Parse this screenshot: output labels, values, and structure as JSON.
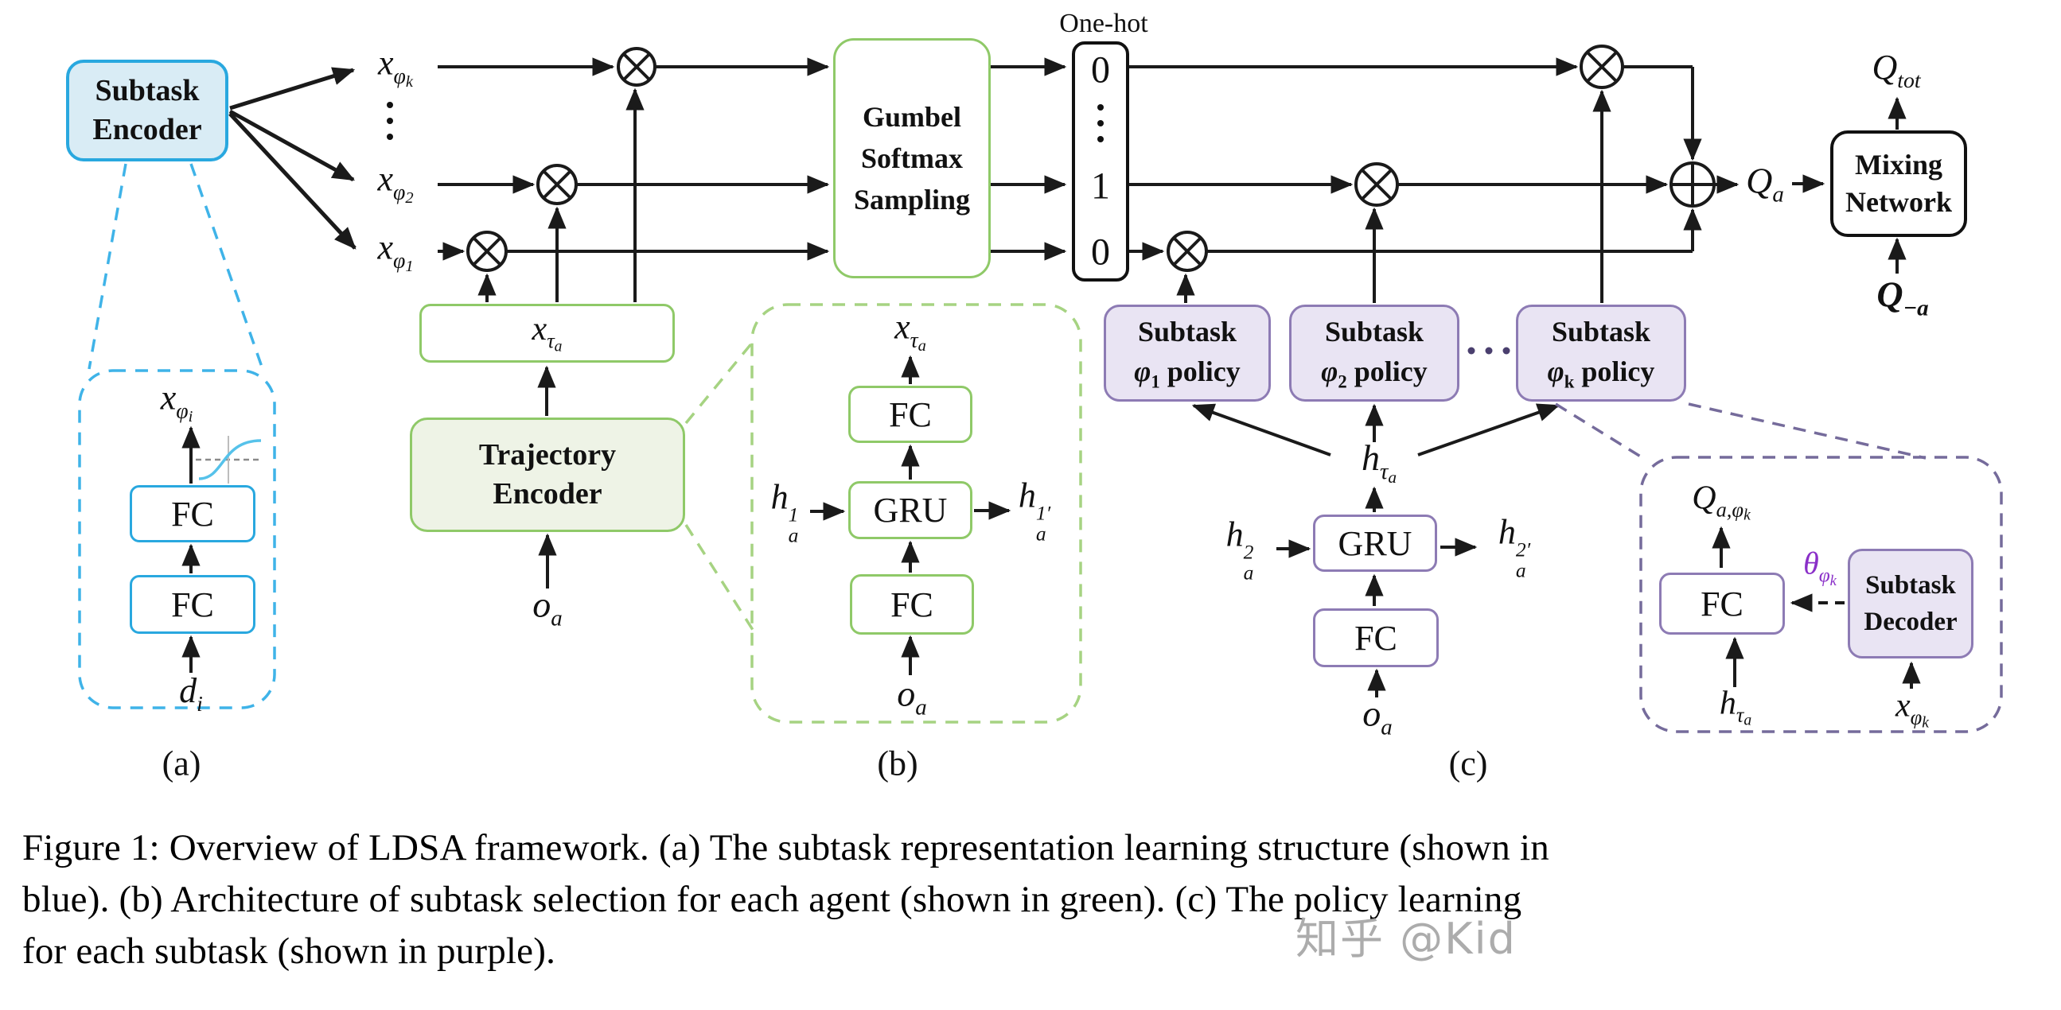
{
  "figure": {
    "caption_line1": "Figure 1: Overview of LDSA framework. (a) The subtask representation learning structure (shown in",
    "caption_line2": "blue). (b) Architecture of subtask selection for each agent (shown in green). (c) The policy learning",
    "caption_line3": "for each subtask (shown in purple).",
    "watermark": "知乎 @Kid",
    "panel_a": "(a)",
    "panel_b": "(b)",
    "panel_c": "(c)"
  },
  "colors": {
    "blue_border": "#29a8df",
    "blue_fill": "#d9ecf5",
    "blue_dash": "#3fb3e8",
    "green_border": "#8fc968",
    "green_fill": "#eef3e6",
    "green_dash": "#a6d382",
    "purple_border": "#8d7bb4",
    "purple_fill": "#e9e4f3",
    "purple_dash": "#756b9b",
    "theta_purple": "#8a2fc8",
    "line_black": "#1a1a1a"
  },
  "boxes": {
    "subtask_encoder": {
      "line1": "Subtask",
      "line2": "Encoder"
    },
    "trajectory_encoder": {
      "line1": "Trajectory",
      "line2": "Encoder"
    },
    "gumbel": {
      "line1": "Gumbel",
      "line2": "Softmax",
      "line3": "Sampling"
    },
    "mixing": {
      "line1": "Mixing",
      "line2": "Network"
    },
    "subtask_decoder": {
      "line1": "Subtask",
      "line2": "Decoder"
    },
    "onehot": {
      "label": "One-hot",
      "v_top": "0",
      "v_mid": "1",
      "v_bot": "0"
    },
    "fc": "FC",
    "gru": "GRU",
    "policies": [
      {
        "line1": "Subtask",
        "phi": "φ",
        "idx": "1",
        "word": "policy"
      },
      {
        "line1": "Subtask",
        "phi": "φ",
        "idx": "2",
        "word": "policy"
      },
      {
        "line1": "Subtask",
        "phi": "φ",
        "idx": "k",
        "word": "policy"
      }
    ]
  },
  "math": {
    "x_phi_k": {
      "base": "x",
      "sub": "φ",
      "subsub": "k"
    },
    "x_phi_2": {
      "base": "x",
      "sub": "φ",
      "subsub": "2"
    },
    "x_phi_1": {
      "base": "x",
      "sub": "φ",
      "subsub": "1"
    },
    "x_phi_i": {
      "base": "x",
      "sub": "φ",
      "subsub": "i"
    },
    "x_tau_a": {
      "base": "x",
      "sub": "τ",
      "subsub": "a"
    },
    "d_i": {
      "base": "d",
      "sub": "i"
    },
    "o_a": {
      "base": "o",
      "sub": "a"
    },
    "h_tau_a": {
      "base": "h",
      "sub": "τ",
      "subsub": "a"
    },
    "h_a1": {
      "base": "h",
      "sup": "1",
      "sub": "a"
    },
    "h_a1p": {
      "base": "h",
      "sup": "1′",
      "sub": "a"
    },
    "h_a2": {
      "base": "h",
      "sup": "2",
      "sub": "a"
    },
    "h_a2p": {
      "base": "h",
      "sup": "2′",
      "sub": "a"
    },
    "Q_a": {
      "base": "Q",
      "sub": "a"
    },
    "Q_tot": {
      "base": "Q",
      "sub": "tot"
    },
    "Q_neg_a": {
      "base": "Q",
      "sub": "−a"
    },
    "Q_a_phi_k": {
      "base": "Q",
      "sub": "a,φ",
      "subsub": "k"
    },
    "theta_phi_k": {
      "base": "θ",
      "sub": "φ",
      "subsub": "k"
    }
  }
}
